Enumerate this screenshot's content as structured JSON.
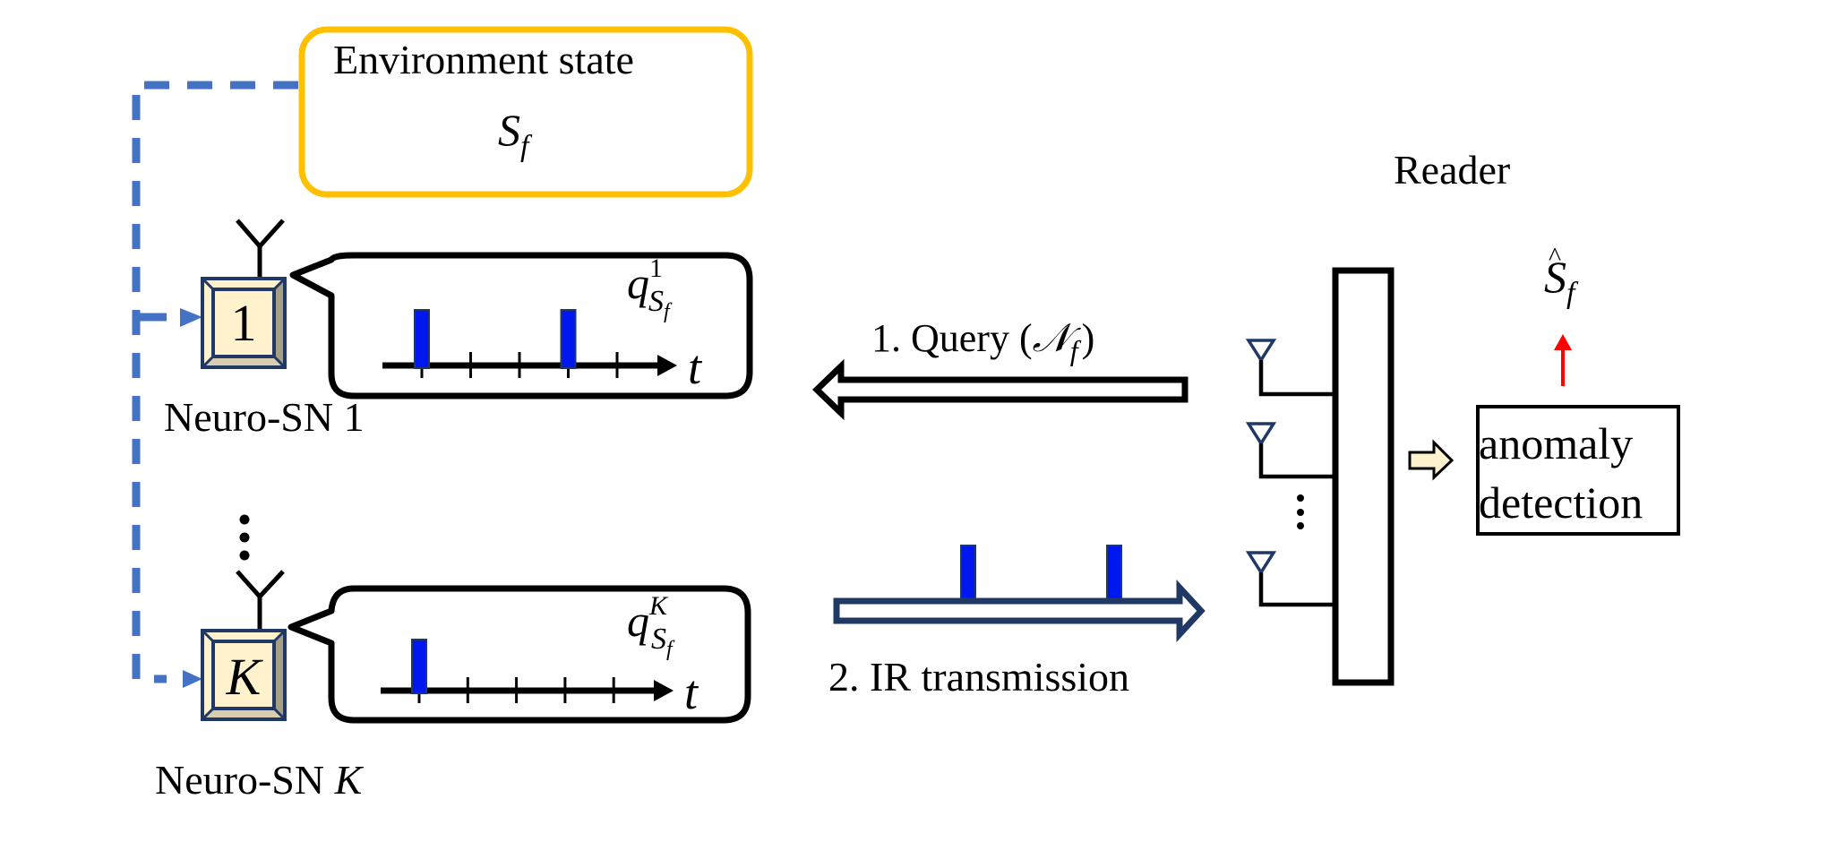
{
  "environment": {
    "title": "Environment state",
    "symbol": "S",
    "symbol_sub": "f"
  },
  "sensors": [
    {
      "box_label": "1",
      "name_prefix": "Neuro-SN ",
      "name_index": "1",
      "signal_label": "q",
      "signal_sup": "1",
      "signal_sub_main": "S",
      "signal_sub_sub": "f",
      "axis_label": "t",
      "pulses_at_ticks": [
        1,
        4
      ],
      "tick_count": 5
    },
    {
      "box_label": "K",
      "name_prefix": "Neuro-SN ",
      "name_index": "K",
      "signal_label": "q",
      "signal_sup": "K",
      "signal_sub_main": "S",
      "signal_sub_sub": "f",
      "axis_label": "t",
      "pulses_at_ticks": [
        1
      ],
      "tick_count": 5
    }
  ],
  "ellipsis_sensors": "⋮",
  "query": {
    "prefix": "1. Query (",
    "symbol": "𝒩",
    "symbol_sub": "f",
    "suffix": ")"
  },
  "transmission": {
    "label": "2. IR transmission",
    "pulse_count": 2
  },
  "reader": {
    "label": "Reader",
    "antenna_count_shown": 3,
    "ellipsis": "⋮"
  },
  "detector": {
    "line1": "anomaly",
    "line2": "detection",
    "output_symbol": "S",
    "output_hat": "^",
    "output_sub": "f"
  },
  "colors": {
    "env_border": "#ffc000",
    "dashed": "#4472c4",
    "pulse": "#0018f0",
    "navy": "#1f3864",
    "sensor_face": "#fff2cc",
    "red_arrow": "#ff0000",
    "small_arrow_fill": "#fff2cc"
  }
}
